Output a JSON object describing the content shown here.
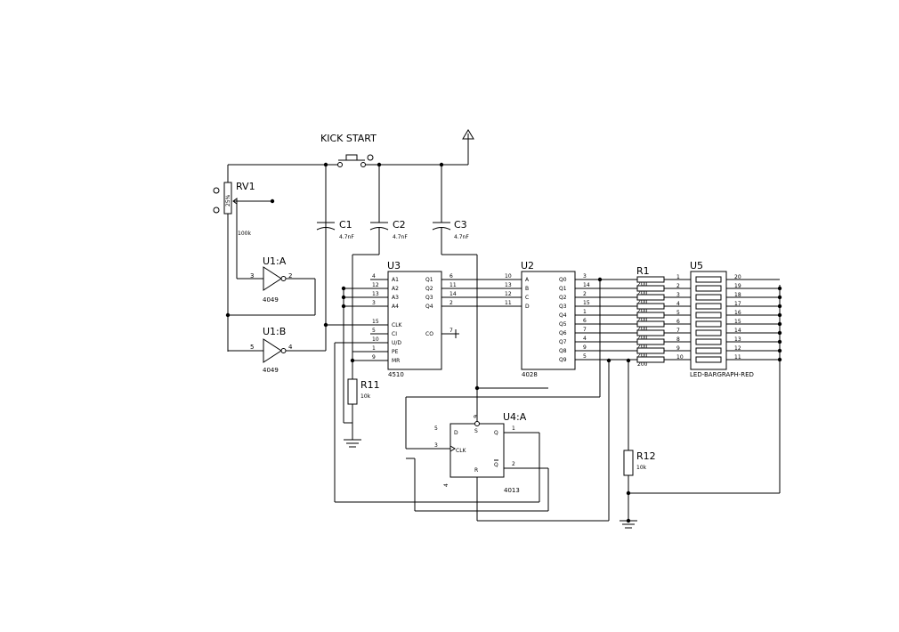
{
  "labels": {
    "kick_start": "KICK START",
    "rv1": "RV1",
    "rv1_value": "100k",
    "rv1_pot": "25%",
    "u1a": "U1:A",
    "u1a_part": "4049",
    "u1a_in": "3",
    "u1a_out": "2",
    "u1b": "U1:B",
    "u1b_part": "4049",
    "u1b_in": "5",
    "u1b_out": "4",
    "c1": "C1",
    "c1_value": "4.7nF",
    "c2": "C2",
    "c2_value": "4.7nF",
    "c3": "C3",
    "c3_value": "4.7nF",
    "u3": "U3",
    "u3_part": "4510",
    "u2": "U2",
    "u2_part": "4028",
    "r1": "R1",
    "u5": "U5",
    "u5_part": "LED-BARGRAPH-RED",
    "r11": "R11",
    "r11_value": "10k",
    "r12": "R12",
    "r12_value": "10k",
    "u4a": "U4:A",
    "u4a_part": "4013"
  },
  "u3_left_pins": [
    {
      "num": "4",
      "name": "A1"
    },
    {
      "num": "12",
      "name": "A2"
    },
    {
      "num": "13",
      "name": "A3"
    },
    {
      "num": "3",
      "name": "A4"
    },
    {
      "num": "15",
      "name": "CLK"
    },
    {
      "num": "5",
      "name": "CI"
    },
    {
      "num": "10",
      "name": "U/D"
    },
    {
      "num": "1",
      "name": "PE"
    },
    {
      "num": "9",
      "name": "MR"
    }
  ],
  "u3_right_pins": [
    {
      "num": "6",
      "name": "Q1"
    },
    {
      "num": "11",
      "name": "Q2"
    },
    {
      "num": "14",
      "name": "Q3"
    },
    {
      "num": "2",
      "name": "Q4"
    },
    {
      "num": "7",
      "name": "CO"
    }
  ],
  "u2_left_pins": [
    {
      "num": "10",
      "name": "A"
    },
    {
      "num": "13",
      "name": "B"
    },
    {
      "num": "12",
      "name": "C"
    },
    {
      "num": "11",
      "name": "D"
    }
  ],
  "u2_right_pins": [
    {
      "num": "3",
      "name": "Q0"
    },
    {
      "num": "14",
      "name": "Q1"
    },
    {
      "num": "2",
      "name": "Q2"
    },
    {
      "num": "15",
      "name": "Q3"
    },
    {
      "num": "1",
      "name": "Q4"
    },
    {
      "num": "6",
      "name": "Q5"
    },
    {
      "num": "7",
      "name": "Q6"
    },
    {
      "num": "4",
      "name": "Q7"
    },
    {
      "num": "9",
      "name": "Q8"
    },
    {
      "num": "5",
      "name": "Q9"
    }
  ],
  "u5_left_pins": [
    "1",
    "2",
    "3",
    "4",
    "5",
    "6",
    "7",
    "8",
    "9",
    "10"
  ],
  "u5_right_pins": [
    "20",
    "19",
    "18",
    "17",
    "16",
    "15",
    "14",
    "13",
    "12",
    "11"
  ],
  "r1_values": [
    "200",
    "200",
    "200",
    "200",
    "200",
    "200",
    "200",
    "200",
    "200",
    "200"
  ],
  "u4_pins": {
    "d": "D",
    "s": "S",
    "s_num": "5",
    "q": "Q",
    "q_num": "1",
    "clk": "CLK",
    "clk_num": "3",
    "r": "R",
    "r_num": "4",
    "qbar": "Q",
    "qbar_num": "2",
    "vdd_num": "6"
  }
}
